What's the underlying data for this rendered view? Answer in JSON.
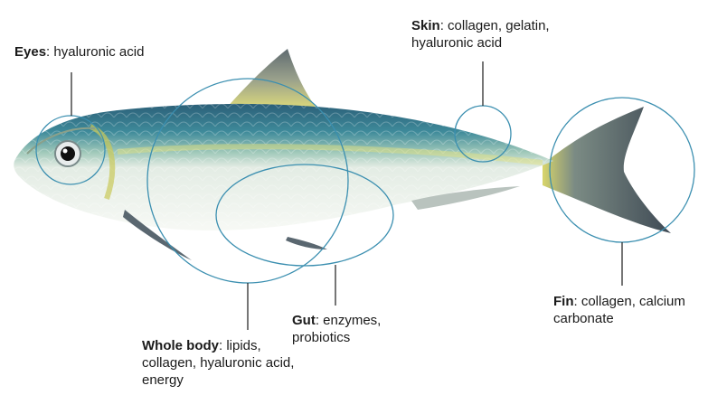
{
  "annotations": {
    "eyes": {
      "part": "Eyes",
      "desc": ": hyaluronic acid"
    },
    "skin": {
      "part": "Skin",
      "desc": ": collagen, gelatin, hyaluronic acid"
    },
    "gut": {
      "part": "Gut",
      "desc": ": enzymes, probiotics"
    },
    "body": {
      "part": "Whole body",
      "desc": ": lipids, collagen, hyaluronic acid, energy"
    },
    "fin": {
      "part": "Fin",
      "desc": ": collagen, calcium carbonate"
    }
  },
  "colors": {
    "callout": "#3b8fb0",
    "fish_back": "#2f6f86",
    "fish_belly": "#f4f7f2",
    "fish_yellow": "#d9d86a",
    "fin_dark": "#4a5560"
  }
}
